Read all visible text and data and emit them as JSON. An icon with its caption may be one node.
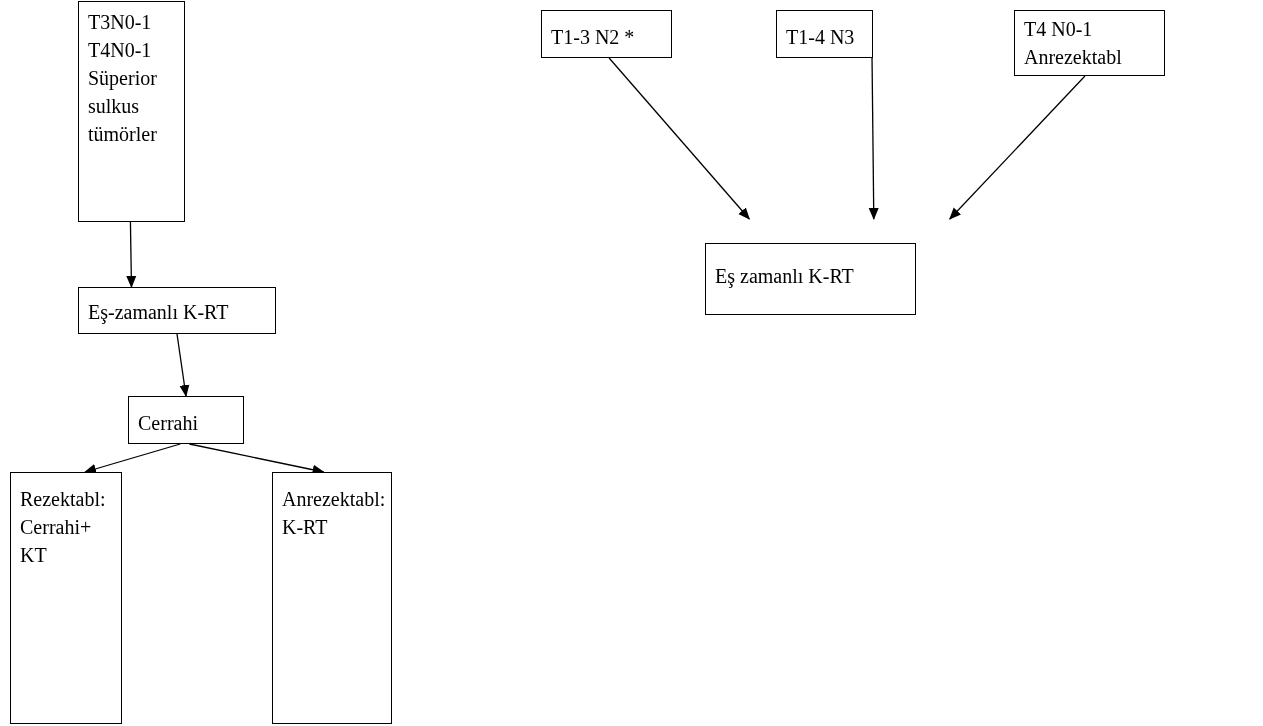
{
  "diagram": {
    "nodes": [
      {
        "text": [
          "T3N0-1 T4N0-1 Süperior sulkus tümörler"
        ]
      },
      {
        "text": [
          "Eş-zamanlı K-RT"
        ]
      },
      {
        "text": [
          "Cerrahi"
        ]
      },
      {
        "text": [
          "Rezektabl: Cerrahi+ KT"
        ]
      },
      {
        "text": [
          "Anrezektabl: K-RT"
        ]
      },
      {
        "text": [
          "T1-3 N2 *"
        ]
      },
      {
        "text": [
          "T1-4 N3"
        ]
      },
      {
        "text": [
          "T4 N0-1 Anrezektabl"
        ]
      },
      {
        "text": [
          "Eş zamanlı K-RT"
        ]
      }
    ],
    "edges": [
      {
        "from": 0,
        "to": 1,
        "arrow": "to"
      },
      {
        "from": 1,
        "to": 2,
        "arrow": "to"
      },
      {
        "from": 2,
        "to": 3,
        "arrow": "to"
      },
      {
        "from": 2,
        "to": 4,
        "arrow": "to"
      },
      {
        "from": 5,
        "to": 8,
        "arrow": "to"
      },
      {
        "from": 6,
        "to": 8,
        "arrow": "to"
      },
      {
        "from": 7,
        "to": 8,
        "arrow": "to"
      }
    ]
  }
}
